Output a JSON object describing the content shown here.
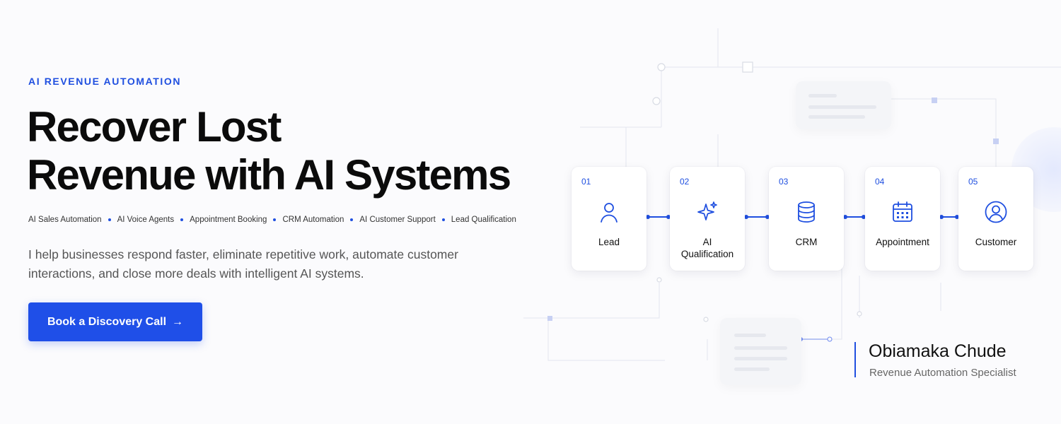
{
  "hero": {
    "eyebrow": "AI REVENUE AUTOMATION",
    "headline_line1": "Recover Lost",
    "headline_line2": "Revenue with AI Systems",
    "tags": [
      "AI Sales Automation",
      "AI Voice Agents",
      "Appointment Booking",
      "CRM Automation",
      "AI Customer Support",
      "Lead Qualification"
    ],
    "description": "I help businesses respond faster, eliminate repetitive work, automate customer interactions, and close more deals with intelligent AI systems.",
    "cta_label": "Book a Discovery Call",
    "cta_arrow": "→"
  },
  "steps": [
    {
      "num": "01",
      "label": "Lead",
      "icon": "user-icon"
    },
    {
      "num": "02",
      "label": "AI Qualification",
      "icon": "sparkle-icon"
    },
    {
      "num": "03",
      "label": "CRM",
      "icon": "database-icon"
    },
    {
      "num": "04",
      "label": "Appointment",
      "icon": "calendar-icon"
    },
    {
      "num": "05",
      "label": "Customer",
      "icon": "user-circle-icon"
    }
  ],
  "signature": {
    "name": "Obiamaka Chude",
    "role": "Revenue Automation Specialist"
  },
  "colors": {
    "accent": "#1f4fe8",
    "background": "#fbfbfd",
    "text": "#0b0b0b"
  }
}
